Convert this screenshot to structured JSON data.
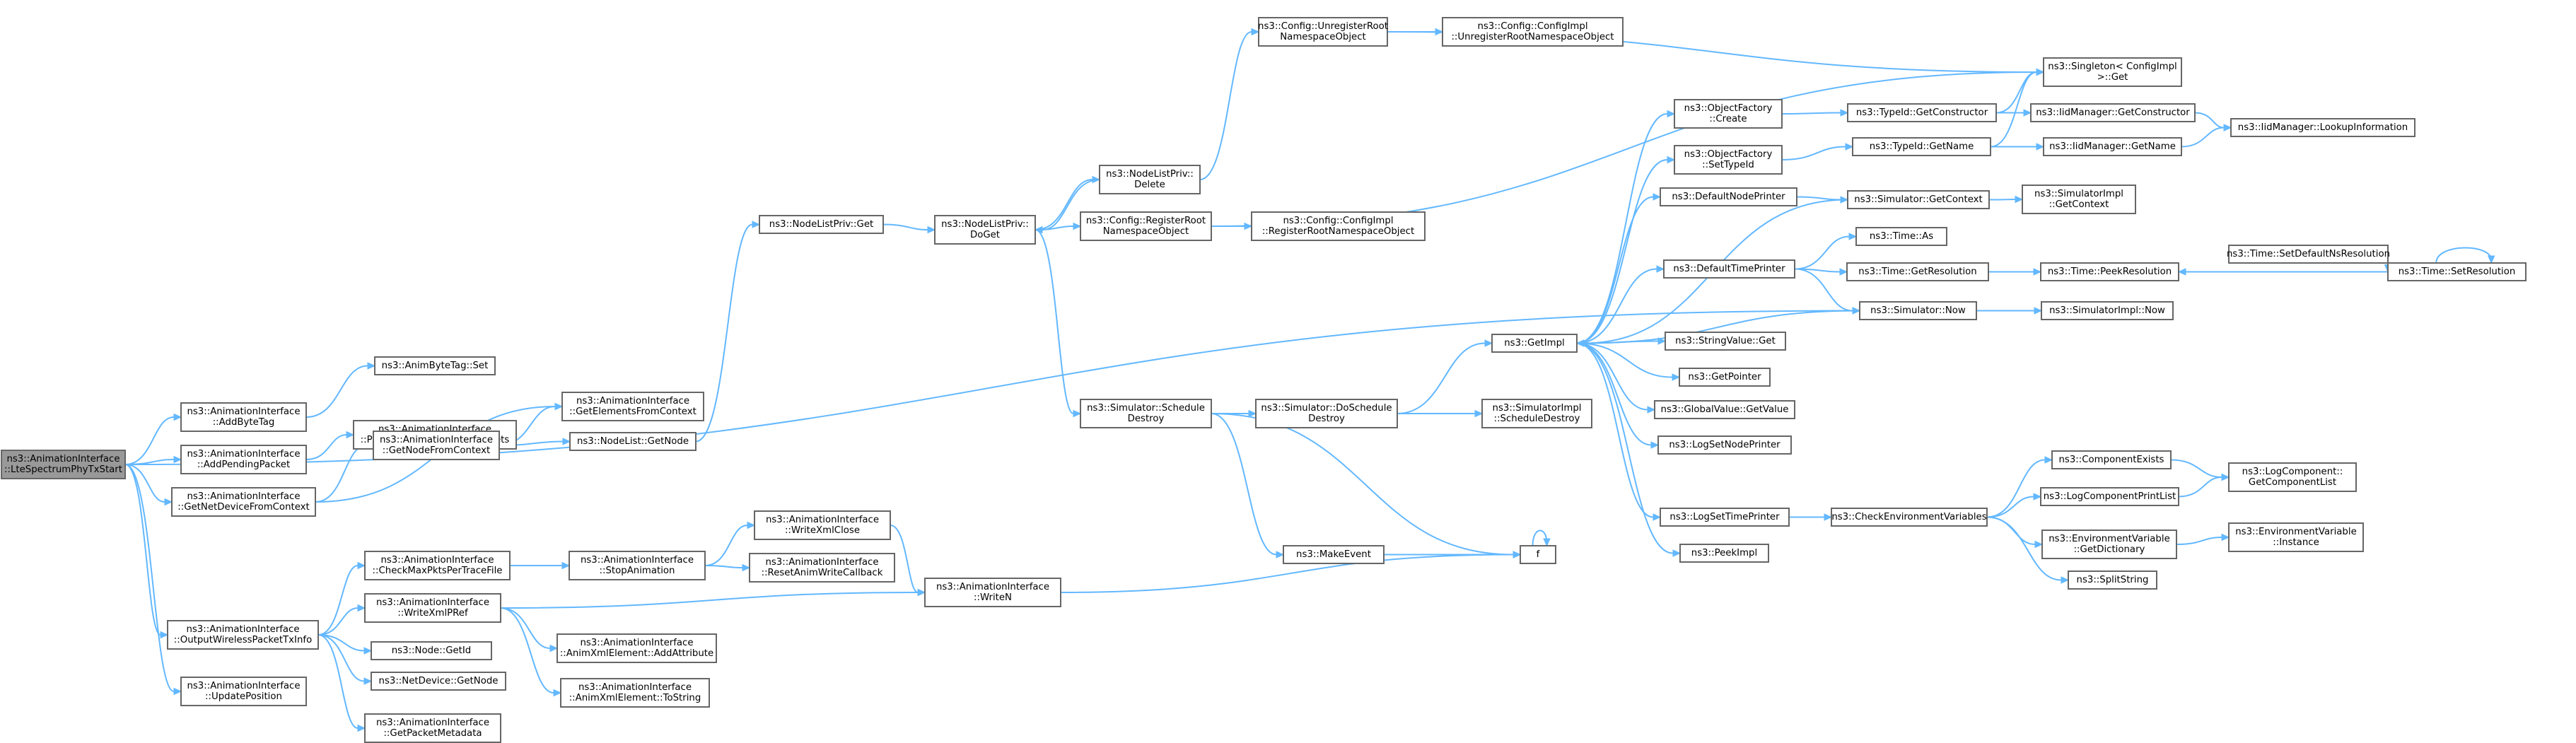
{
  "diagram": {
    "nodes": [
      {
        "id": "root",
        "lines": [
          "ns3::AnimationInterface",
          "::LteSpectrumPhyTxStart"
        ],
        "root": true
      },
      {
        "id": "addByteTag",
        "lines": [
          "ns3::AnimationInterface",
          "::AddByteTag"
        ]
      },
      {
        "id": "addPending",
        "lines": [
          "ns3::AnimationInterface",
          "::AddPendingPacket"
        ]
      },
      {
        "id": "getNetDevice",
        "lines": [
          "ns3::AnimationInterface",
          "::GetNetDeviceFromContext"
        ]
      },
      {
        "id": "outputWireless",
        "lines": [
          "ns3::AnimationInterface",
          "::OutputWirelessPacketTxInfo"
        ]
      },
      {
        "id": "updatePosition",
        "lines": [
          "ns3::AnimationInterface",
          "::UpdatePosition"
        ]
      },
      {
        "id": "animByteTagSet",
        "lines": [
          "ns3::AnimByteTag::Set"
        ]
      },
      {
        "id": "protocolType",
        "lines": [
          "ns3::AnimationInterface",
          "::ProtocolTypeToPendingPackets"
        ]
      },
      {
        "id": "getElements",
        "lines": [
          "ns3::AnimationInterface",
          "::GetElementsFromContext"
        ]
      },
      {
        "id": "getNodeFromContext",
        "lines": [
          "ns3::AnimationInterface",
          "::GetNodeFromContext"
        ]
      },
      {
        "id": "nodeListGetNode",
        "lines": [
          "ns3::NodeList::GetNode"
        ]
      },
      {
        "id": "nodeListPrivGet",
        "lines": [
          "ns3::NodeListPriv::Get"
        ]
      },
      {
        "id": "nodeListPrivDoGet",
        "lines": [
          "ns3::NodeListPriv::",
          "DoGet"
        ]
      },
      {
        "id": "nodeListPrivDelete",
        "lines": [
          "ns3::NodeListPriv::",
          "Delete"
        ]
      },
      {
        "id": "configUnregisterRoot",
        "lines": [
          "ns3::Config::UnregisterRoot",
          "NamespaceObject"
        ]
      },
      {
        "id": "configImplUnregister",
        "lines": [
          "ns3::Config::ConfigImpl",
          "::UnregisterRootNamespaceObject"
        ]
      },
      {
        "id": "configRegisterRoot",
        "lines": [
          "ns3::Config::RegisterRoot",
          "NamespaceObject"
        ]
      },
      {
        "id": "configImplRegister",
        "lines": [
          "ns3::Config::ConfigImpl",
          "::RegisterRootNamespaceObject"
        ]
      },
      {
        "id": "singletonGet",
        "lines": [
          "ns3::Singleton< ConfigImpl",
          " >::Get"
        ]
      },
      {
        "id": "simScheduleDestroy",
        "lines": [
          "ns3::Simulator::Schedule",
          "Destroy"
        ]
      },
      {
        "id": "simDoScheduleDestroy",
        "lines": [
          "ns3::Simulator::DoSchedule",
          "Destroy"
        ]
      },
      {
        "id": "simImplScheduleDestroy",
        "lines": [
          "ns3::SimulatorImpl",
          "::ScheduleDestroy"
        ]
      },
      {
        "id": "makeEvent",
        "lines": [
          "ns3::MakeEvent"
        ]
      },
      {
        "id": "f",
        "lines": [
          "f"
        ]
      },
      {
        "id": "checkMaxPkts",
        "lines": [
          "ns3::AnimationInterface",
          "::CheckMaxPktsPerTraceFile"
        ]
      },
      {
        "id": "writeXmlPRef",
        "lines": [
          "ns3::AnimationInterface",
          "::WriteXmlPRef"
        ]
      },
      {
        "id": "nodeGetId",
        "lines": [
          "ns3::Node::GetId"
        ]
      },
      {
        "id": "netDeviceGetNode",
        "lines": [
          "ns3::NetDevice::GetNode"
        ]
      },
      {
        "id": "getPacketMetadata",
        "lines": [
          "ns3::AnimationInterface",
          "::GetPacketMetadata"
        ]
      },
      {
        "id": "stopAnimation",
        "lines": [
          "ns3::AnimationInterface",
          "::StopAnimation"
        ]
      },
      {
        "id": "writeXmlClose",
        "lines": [
          "ns3::AnimationInterface",
          "::WriteXmlClose"
        ]
      },
      {
        "id": "resetAnimWrite",
        "lines": [
          "ns3::AnimationInterface",
          "::ResetAnimWriteCallback"
        ]
      },
      {
        "id": "writeN",
        "lines": [
          "ns3::AnimationInterface",
          "::WriteN"
        ]
      },
      {
        "id": "addAttribute",
        "lines": [
          "ns3::AnimationInterface",
          "::AnimXmlElement::AddAttribute"
        ]
      },
      {
        "id": "toString",
        "lines": [
          "ns3::AnimationInterface",
          "::AnimXmlElement::ToString"
        ]
      },
      {
        "id": "getImpl",
        "lines": [
          "ns3::GetImpl"
        ]
      },
      {
        "id": "objFactoryCreate",
        "lines": [
          "ns3::ObjectFactory",
          "::Create"
        ]
      },
      {
        "id": "objFactorySetTypeId",
        "lines": [
          "ns3::ObjectFactory",
          "::SetTypeId"
        ]
      },
      {
        "id": "defaultNodePrinter",
        "lines": [
          "ns3::DefaultNodePrinter"
        ]
      },
      {
        "id": "defaultTimePrinter",
        "lines": [
          "ns3::DefaultTimePrinter"
        ]
      },
      {
        "id": "stringValueGet",
        "lines": [
          "ns3::StringValue::Get"
        ]
      },
      {
        "id": "getPointer",
        "lines": [
          "ns3::GetPointer"
        ]
      },
      {
        "id": "globalValueGetValue",
        "lines": [
          "ns3::GlobalValue::GetValue"
        ]
      },
      {
        "id": "logSetNodePrinter",
        "lines": [
          "ns3::LogSetNodePrinter"
        ]
      },
      {
        "id": "logSetTimePrinter",
        "lines": [
          "ns3::LogSetTimePrinter"
        ]
      },
      {
        "id": "peekImpl",
        "lines": [
          "ns3::PeekImpl"
        ]
      },
      {
        "id": "typeIdGetConstructor",
        "lines": [
          "ns3::TypeId::GetConstructor"
        ]
      },
      {
        "id": "typeIdGetName",
        "lines": [
          "ns3::TypeId::GetName"
        ]
      },
      {
        "id": "simGetContext",
        "lines": [
          "ns3::Simulator::GetContext"
        ]
      },
      {
        "id": "simImplGetContext",
        "lines": [
          "ns3::SimulatorImpl",
          "::GetContext"
        ]
      },
      {
        "id": "timeAs",
        "lines": [
          "ns3::Time::As"
        ]
      },
      {
        "id": "timeGetResolution",
        "lines": [
          "ns3::Time::GetResolution"
        ]
      },
      {
        "id": "simNow",
        "lines": [
          "ns3::Simulator::Now"
        ]
      },
      {
        "id": "simImplNow",
        "lines": [
          "ns3::SimulatorImpl::Now"
        ]
      },
      {
        "id": "timePeekResolution",
        "lines": [
          "ns3::Time::PeekResolution"
        ]
      },
      {
        "id": "timeSetDefaultNs",
        "lines": [
          "ns3::Time::SetDefaultNsResolution"
        ]
      },
      {
        "id": "timeSetResolution",
        "lines": [
          "ns3::Time::SetResolution"
        ]
      },
      {
        "id": "iidGetConstructor",
        "lines": [
          "ns3::IidManager::GetConstructor"
        ]
      },
      {
        "id": "iidGetName",
        "lines": [
          "ns3::IidManager::GetName"
        ]
      },
      {
        "id": "iidLookup",
        "lines": [
          "ns3::IidManager::LookupInformation"
        ]
      },
      {
        "id": "checkEnvVars",
        "lines": [
          "ns3::CheckEnvironmentVariables"
        ]
      },
      {
        "id": "componentExists",
        "lines": [
          "ns3::ComponentExists"
        ]
      },
      {
        "id": "logComponentPrintList",
        "lines": [
          "ns3::LogComponentPrintList"
        ]
      },
      {
        "id": "envVarGetDictionary",
        "lines": [
          "ns3::EnvironmentVariable",
          "::GetDictionary"
        ]
      },
      {
        "id": "splitString",
        "lines": [
          "ns3::SplitString"
        ]
      },
      {
        "id": "logComponentGetList",
        "lines": [
          "ns3::LogComponent::",
          "GetComponentList"
        ]
      },
      {
        "id": "envVarInstance",
        "lines": [
          "ns3::EnvironmentVariable",
          "::Instance"
        ]
      }
    ],
    "edges": [
      [
        "root",
        "addByteTag"
      ],
      [
        "root",
        "addPending"
      ],
      [
        "root",
        "getNetDevice"
      ],
      [
        "root",
        "outputWireless"
      ],
      [
        "root",
        "updatePosition"
      ],
      [
        "root",
        "simNow"
      ],
      [
        "addByteTag",
        "animByteTagSet"
      ],
      [
        "addPending",
        "protocolType"
      ],
      [
        "getNetDevice",
        "getElements"
      ],
      [
        "getNetDevice",
        "getNodeFromContext"
      ],
      [
        "getNodeFromContext",
        "getElements"
      ],
      [
        "getNodeFromContext",
        "nodeListGetNode"
      ],
      [
        "nodeListGetNode",
        "nodeListPrivGet"
      ],
      [
        "nodeListPrivGet",
        "nodeListPrivDoGet"
      ],
      [
        "nodeListPrivDoGet",
        "nodeListPrivDelete"
      ],
      [
        "nodeListPrivDoGet",
        "configRegisterRoot"
      ],
      [
        "nodeListPrivDoGet",
        "simScheduleDestroy"
      ],
      [
        "nodeListPrivDelete",
        "nodeListPrivDoGet"
      ],
      [
        "nodeListPrivDelete",
        "configUnregisterRoot"
      ],
      [
        "configUnregisterRoot",
        "configImplUnregister"
      ],
      [
        "configUnregisterRoot",
        "singletonGet"
      ],
      [
        "configRegisterRoot",
        "configImplRegister"
      ],
      [
        "configRegisterRoot",
        "singletonGet"
      ],
      [
        "simScheduleDestroy",
        "simDoScheduleDestroy"
      ],
      [
        "simScheduleDestroy",
        "makeEvent"
      ],
      [
        "simScheduleDestroy",
        "f"
      ],
      [
        "simDoScheduleDestroy",
        "getImpl"
      ],
      [
        "simDoScheduleDestroy",
        "simImplScheduleDestroy"
      ],
      [
        "makeEvent",
        "f"
      ],
      [
        "f",
        "f"
      ],
      [
        "outputWireless",
        "checkMaxPkts"
      ],
      [
        "outputWireless",
        "writeXmlPRef"
      ],
      [
        "outputWireless",
        "nodeGetId"
      ],
      [
        "outputWireless",
        "netDeviceGetNode"
      ],
      [
        "outputWireless",
        "getPacketMetadata"
      ],
      [
        "checkMaxPkts",
        "stopAnimation"
      ],
      [
        "stopAnimation",
        "writeXmlClose"
      ],
      [
        "stopAnimation",
        "resetAnimWrite"
      ],
      [
        "writeXmlClose",
        "writeN"
      ],
      [
        "writeXmlPRef",
        "writeN"
      ],
      [
        "writeXmlPRef",
        "addAttribute"
      ],
      [
        "writeXmlPRef",
        "toString"
      ],
      [
        "writeN",
        "f"
      ],
      [
        "getImpl",
        "objFactoryCreate"
      ],
      [
        "getImpl",
        "objFactorySetTypeId"
      ],
      [
        "getImpl",
        "defaultNodePrinter"
      ],
      [
        "getImpl",
        "defaultTimePrinter"
      ],
      [
        "getImpl",
        "stringValueGet"
      ],
      [
        "getImpl",
        "getPointer"
      ],
      [
        "getImpl",
        "globalValueGetValue"
      ],
      [
        "getImpl",
        "logSetNodePrinter"
      ],
      [
        "getImpl",
        "logSetTimePrinter"
      ],
      [
        "getImpl",
        "peekImpl"
      ],
      [
        "objFactoryCreate",
        "typeIdGetConstructor"
      ],
      [
        "objFactorySetTypeId",
        "typeIdGetName"
      ],
      [
        "typeIdGetConstructor",
        "singletonGet"
      ],
      [
        "typeIdGetConstructor",
        "iidGetConstructor"
      ],
      [
        "typeIdGetName",
        "singletonGet"
      ],
      [
        "typeIdGetName",
        "iidGetName"
      ],
      [
        "iidGetConstructor",
        "iidLookup"
      ],
      [
        "iidGetName",
        "iidLookup"
      ],
      [
        "defaultNodePrinter",
        "simGetContext"
      ],
      [
        "simGetContext",
        "simImplGetContext"
      ],
      [
        "simGetContext",
        "getImpl"
      ],
      [
        "defaultTimePrinter",
        "timeAs"
      ],
      [
        "defaultTimePrinter",
        "timeGetResolution"
      ],
      [
        "defaultTimePrinter",
        "simNow"
      ],
      [
        "timeGetResolution",
        "timePeekResolution"
      ],
      [
        "simNow",
        "simImplNow"
      ],
      [
        "simNow",
        "getImpl"
      ],
      [
        "timeSetDefaultNs",
        "timeSetResolution"
      ],
      [
        "timeSetResolution",
        "timePeekResolution"
      ],
      [
        "timeSetResolution",
        "timeSetResolution"
      ],
      [
        "logSetTimePrinter",
        "checkEnvVars"
      ],
      [
        "checkEnvVars",
        "componentExists"
      ],
      [
        "checkEnvVars",
        "logComponentPrintList"
      ],
      [
        "checkEnvVars",
        "envVarGetDictionary"
      ],
      [
        "checkEnvVars",
        "splitString"
      ],
      [
        "componentExists",
        "logComponentGetList"
      ],
      [
        "logComponentPrintList",
        "logComponentGetList"
      ],
      [
        "envVarGetDictionary",
        "envVarInstance"
      ]
    ]
  }
}
